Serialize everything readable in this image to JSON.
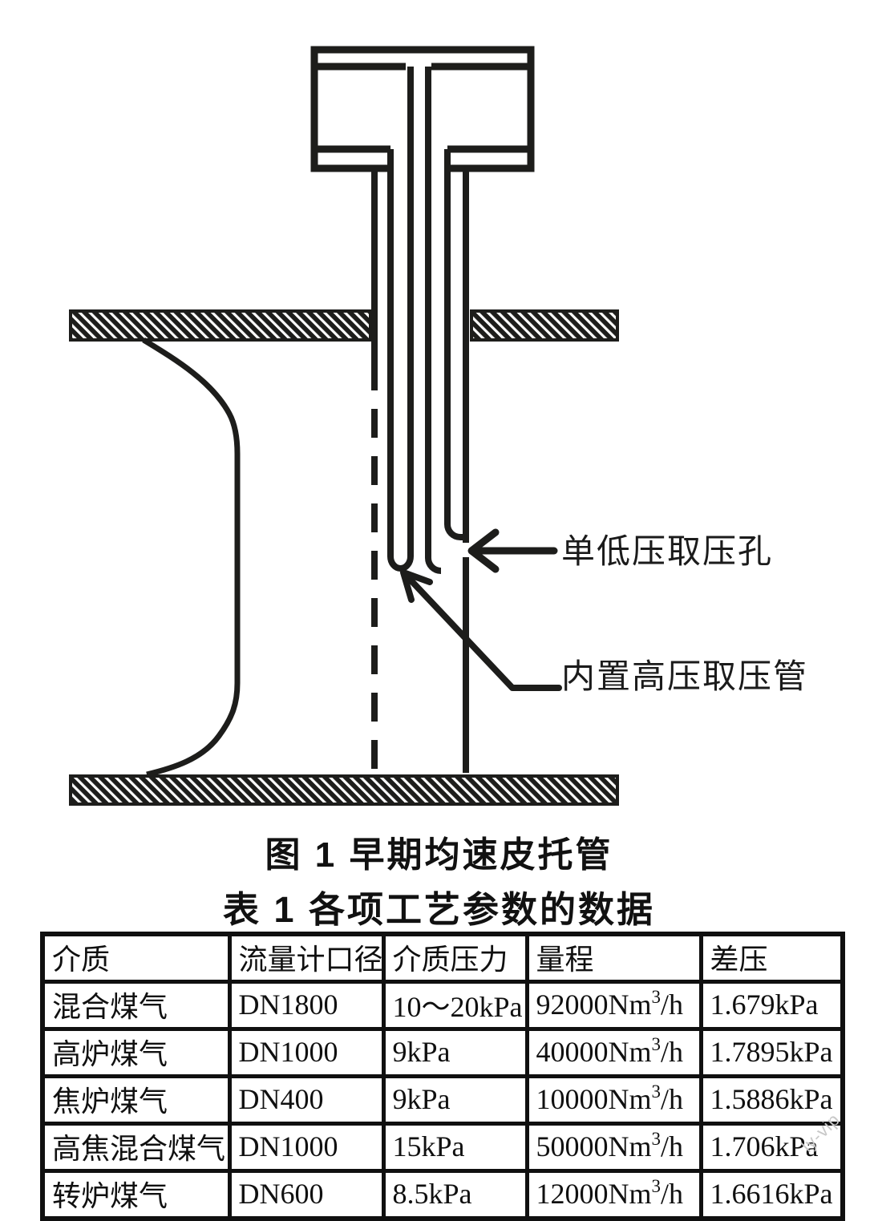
{
  "figure": {
    "caption": "图 1  早期均速皮托管",
    "labels": {
      "low_pressure_tap": "单低压取压孔",
      "high_pressure_tube": "内置高压取压管"
    }
  },
  "table": {
    "caption": "表 1  各项工艺参数的数据",
    "headers": [
      "介质",
      "流量计口径",
      "介质压力",
      "量程",
      "差压"
    ],
    "rows": [
      {
        "medium": "混合煤气",
        "diameter": "DN1800",
        "pressure": "10～20kPa",
        "range": {
          "pre": "92000Nm",
          "sup": "3",
          "post": "/h"
        },
        "dp": "1.679kPa"
      },
      {
        "medium": "高炉煤气",
        "diameter": "DN1000",
        "pressure": "9kPa",
        "range": {
          "pre": "40000Nm",
          "sup": "3",
          "post": "/h"
        },
        "dp": "1.7895kPa"
      },
      {
        "medium": "焦炉煤气",
        "diameter": "DN400",
        "pressure": "9kPa",
        "range": {
          "pre": "10000Nm",
          "sup": "3",
          "post": "/h"
        },
        "dp": "1.5886kPa"
      },
      {
        "medium": "高焦混合煤气",
        "diameter": "DN1000",
        "pressure": "15kPa",
        "range": {
          "pre": "50000Nm",
          "sup": "3",
          "post": "/h"
        },
        "dp": "1.706kPa"
      },
      {
        "medium": "转炉煤气",
        "diameter": "DN600",
        "pressure": "8.5kPa",
        "range": {
          "pre": "12000Nm",
          "sup": "3",
          "post": "/h"
        },
        "dp": "1.6616kPa"
      }
    ]
  },
  "watermark": "ly-vip",
  "colors": {
    "ink": "#1d1d1b",
    "watermark": "#c8c8c8"
  }
}
